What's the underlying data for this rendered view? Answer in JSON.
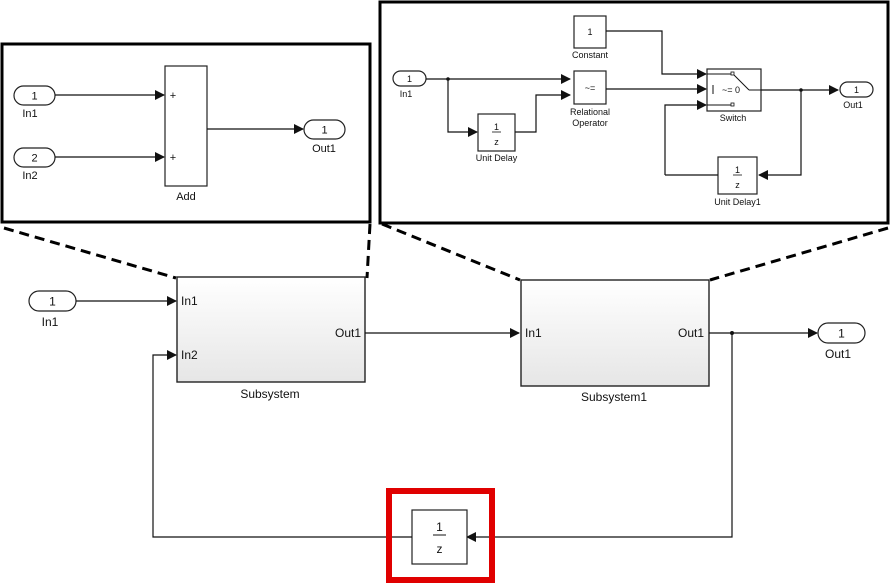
{
  "left_inset": {
    "inports": [
      {
        "number": "1",
        "label": "In1"
      },
      {
        "number": "2",
        "label": "In2"
      }
    ],
    "add_block": {
      "label": "Add",
      "signs": [
        "+",
        "+"
      ]
    },
    "outport": {
      "number": "1",
      "label": "Out1"
    }
  },
  "right_inset": {
    "inport": {
      "number": "1",
      "label": "In1"
    },
    "constant": {
      "value": "1",
      "label": "Constant"
    },
    "relational": {
      "op": "~=",
      "label_line1": "Relational",
      "label_line2": "Operator"
    },
    "unit_delay": {
      "num": "1",
      "den": "z",
      "label": "Unit Delay"
    },
    "switch": {
      "criteria": "~= 0",
      "label": "Switch"
    },
    "unit_delay1": {
      "num": "1",
      "den": "z",
      "label": "Unit Delay1"
    },
    "outport": {
      "number": "1",
      "label": "Out1"
    }
  },
  "main": {
    "inport": {
      "number": "1",
      "label": "In1"
    },
    "subsystem": {
      "label": "Subsystem",
      "ports_in": [
        "In1",
        "In2"
      ],
      "ports_out": [
        "Out1"
      ]
    },
    "subsystem1": {
      "label": "Subsystem1",
      "ports_in": [
        "In1"
      ],
      "ports_out": [
        "Out1"
      ]
    },
    "outport": {
      "number": "1",
      "label": "Out1"
    },
    "delay": {
      "num": "1",
      "den": "z"
    }
  },
  "highlight_color": "#e00000"
}
